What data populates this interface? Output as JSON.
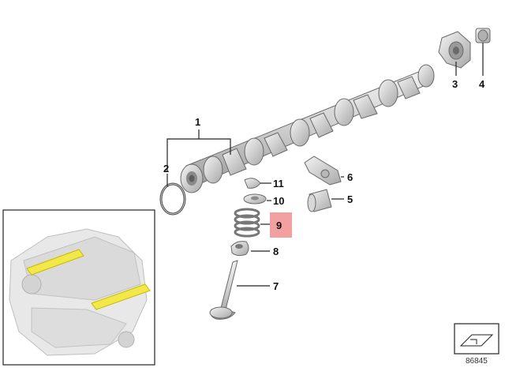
{
  "callouts": {
    "p1": "1",
    "p2": "2",
    "p3": "3",
    "p4": "4",
    "p5": "5",
    "p6": "6",
    "p7": "7",
    "p8": "8",
    "p9": "9",
    "p10": "10",
    "p11": "11"
  },
  "highlighted_callout": "9",
  "diagram_number": "86845",
  "colors": {
    "highlight_fill": "#f3a0a0",
    "inset_highlight": "#f2e84a",
    "part_light": "#e4e4e4",
    "part_mid": "#c9c9c9",
    "part_dark": "#9a9a9a"
  }
}
